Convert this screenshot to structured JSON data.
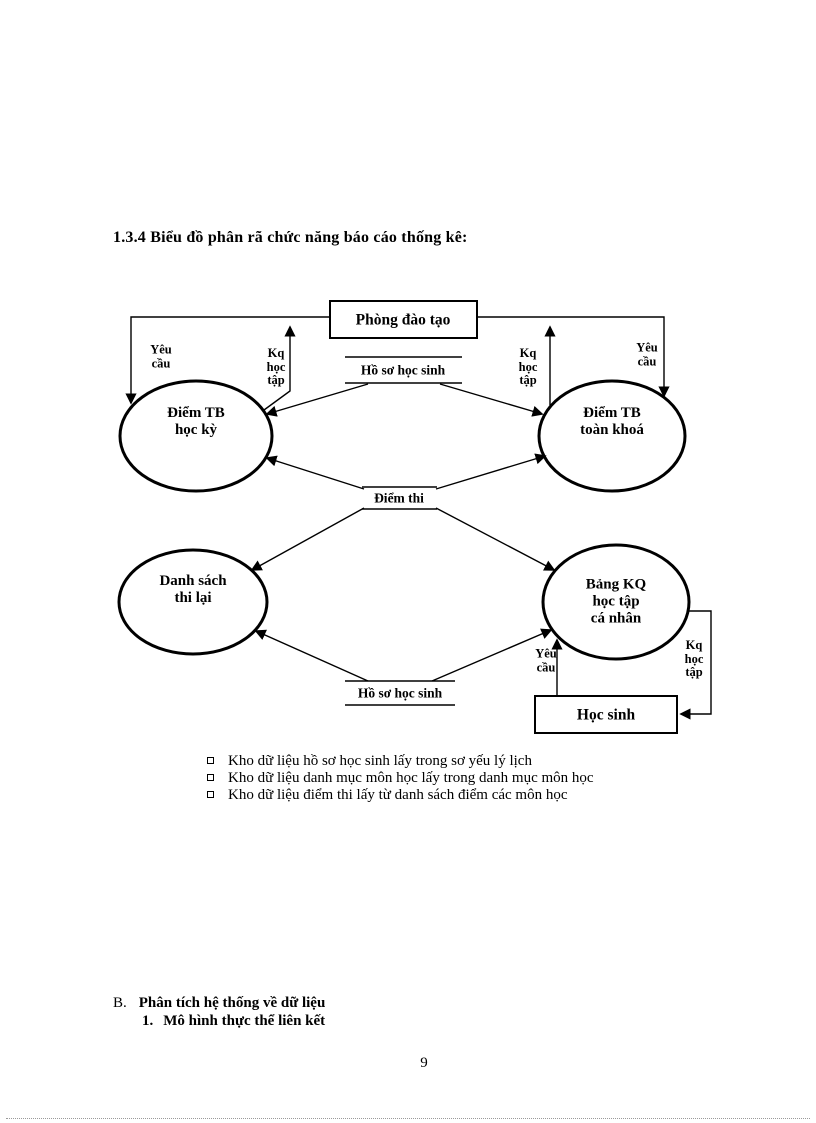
{
  "title": "1.3.4 Biểu đồ phân rã chức năng báo cáo thống kê:",
  "diagram": {
    "process_box": "Phòng đào tạo",
    "student_box": "Học sinh",
    "nodes": {
      "semester_avg": "Điểm TB\nhọc kỳ",
      "course_avg": "Điểm TB\ntoàn khoá",
      "retake_list": "Danh sách\nthi lại",
      "personal_result": "Bảng KQ\nhọc tập\ncá nhân"
    },
    "stores": {
      "student_records_top": "Hồ sơ học sinh",
      "exam_scores": "Điểm thi",
      "student_records_bottom": "Hồ sơ học sinh"
    },
    "flow_labels": {
      "request_left": "Yêu\ncầu",
      "results_left": "Kq\nhọc\ntập",
      "results_mid": "Kq\nhọc\ntập",
      "request_right": "Yêu\ncầu",
      "request_student": "Yêu\ncầu",
      "results_student": "Kq\nhọc\ntập"
    }
  },
  "notes": [
    "Kho dữ liệu hồ sơ học sinh lấy trong sơ yếu lý lịch",
    "Kho dữ liệu danh mục môn học lấy trong danh mục môn học",
    "Kho dữ liệu điểm thi lấy từ danh sách điểm các môn học"
  ],
  "outline": {
    "b_label": "B.",
    "b_text": "Phân tích hệ thống về dữ liệu",
    "one_label": "1.",
    "one_text": "Mô hình thực thể liên kết"
  },
  "page_number": "9",
  "colors": {
    "ink": "#000000",
    "paper": "#ffffff"
  }
}
